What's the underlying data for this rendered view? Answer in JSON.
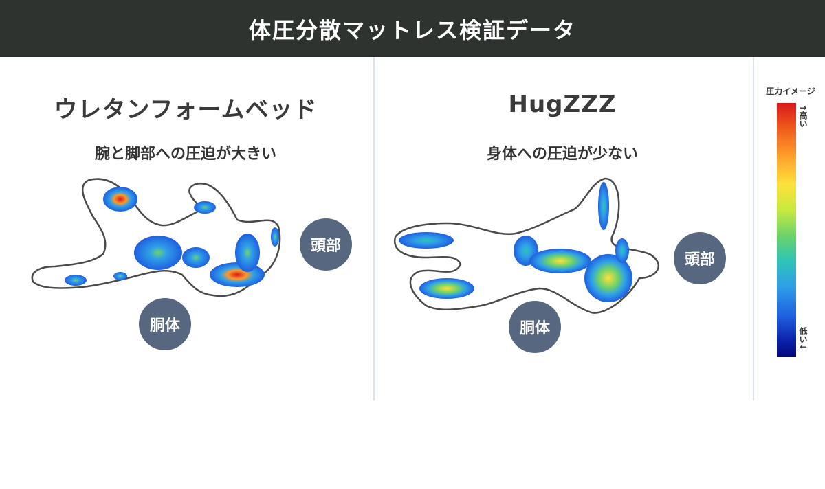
{
  "header": {
    "title": "体圧分散マットレス検証データ"
  },
  "left_panel": {
    "title": "ウレタンフォームベッド",
    "subtitle": "腕と脚部への圧迫が大きい",
    "label_head": "頭部",
    "label_torso": "胴体"
  },
  "right_panel": {
    "title": "HugZZZ",
    "subtitle": "身体への圧迫が少ない",
    "label_head": "頭部",
    "label_torso": "胴体"
  },
  "legend": {
    "title": "圧力イメージ",
    "high_label": "↑高い",
    "low_label": "低い↓",
    "colors": [
      "#d7191c",
      "#fd9a2b",
      "#fee13a",
      "#6fd36a",
      "#2fa0e8",
      "#05087a"
    ]
  }
}
